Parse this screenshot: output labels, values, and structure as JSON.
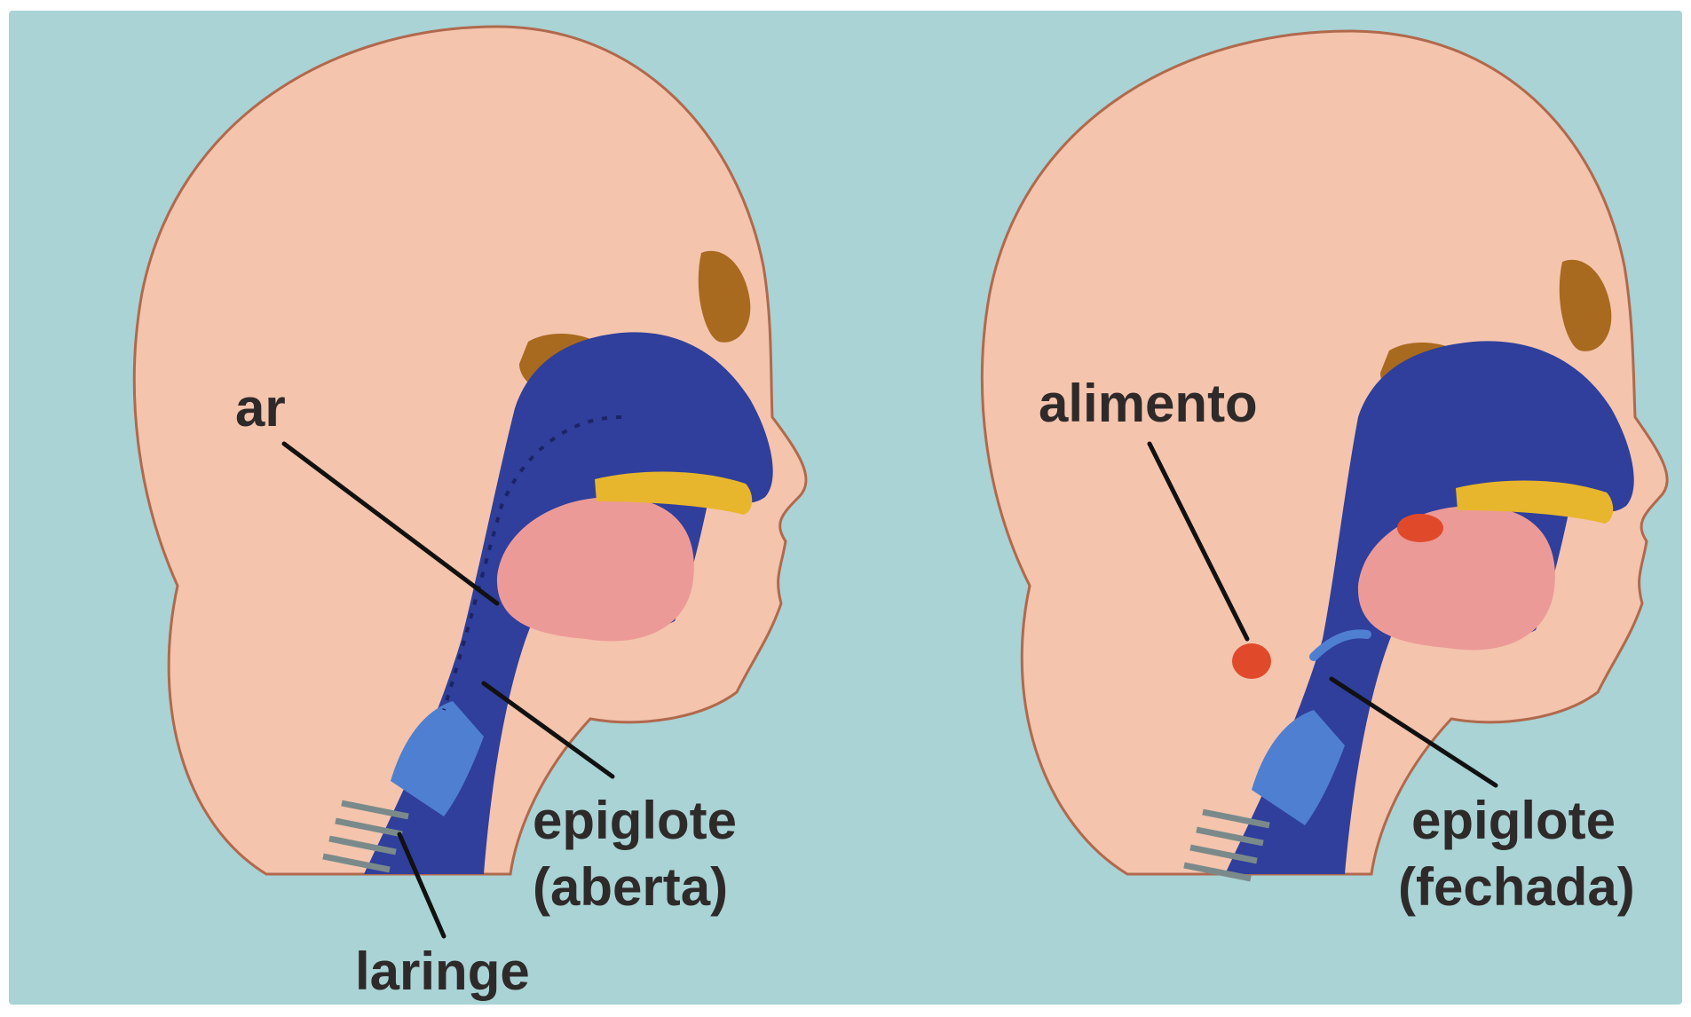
{
  "colors": {
    "background": "#a9d3d4",
    "skin": "#f4c4ad",
    "skin_outline": "#b0694d",
    "airway": "#2f3f9b",
    "airway_light": "#4f7fd0",
    "tongue": "#ec9a97",
    "palate_yellow": "#e8b62c",
    "turbinate": "#a86a1e",
    "label_text": "#2f2a2a",
    "leader_line": "#111111",
    "food": "#e04a2a"
  },
  "left_panel": {
    "labels": {
      "air": "ar",
      "epiglottis": "epiglote",
      "epiglottis_state": "(aberta)",
      "larynx": "laringe"
    }
  },
  "right_panel": {
    "labels": {
      "food": "alimento",
      "epiglottis": "epiglote",
      "epiglottis_state": "(fechada)"
    }
  }
}
